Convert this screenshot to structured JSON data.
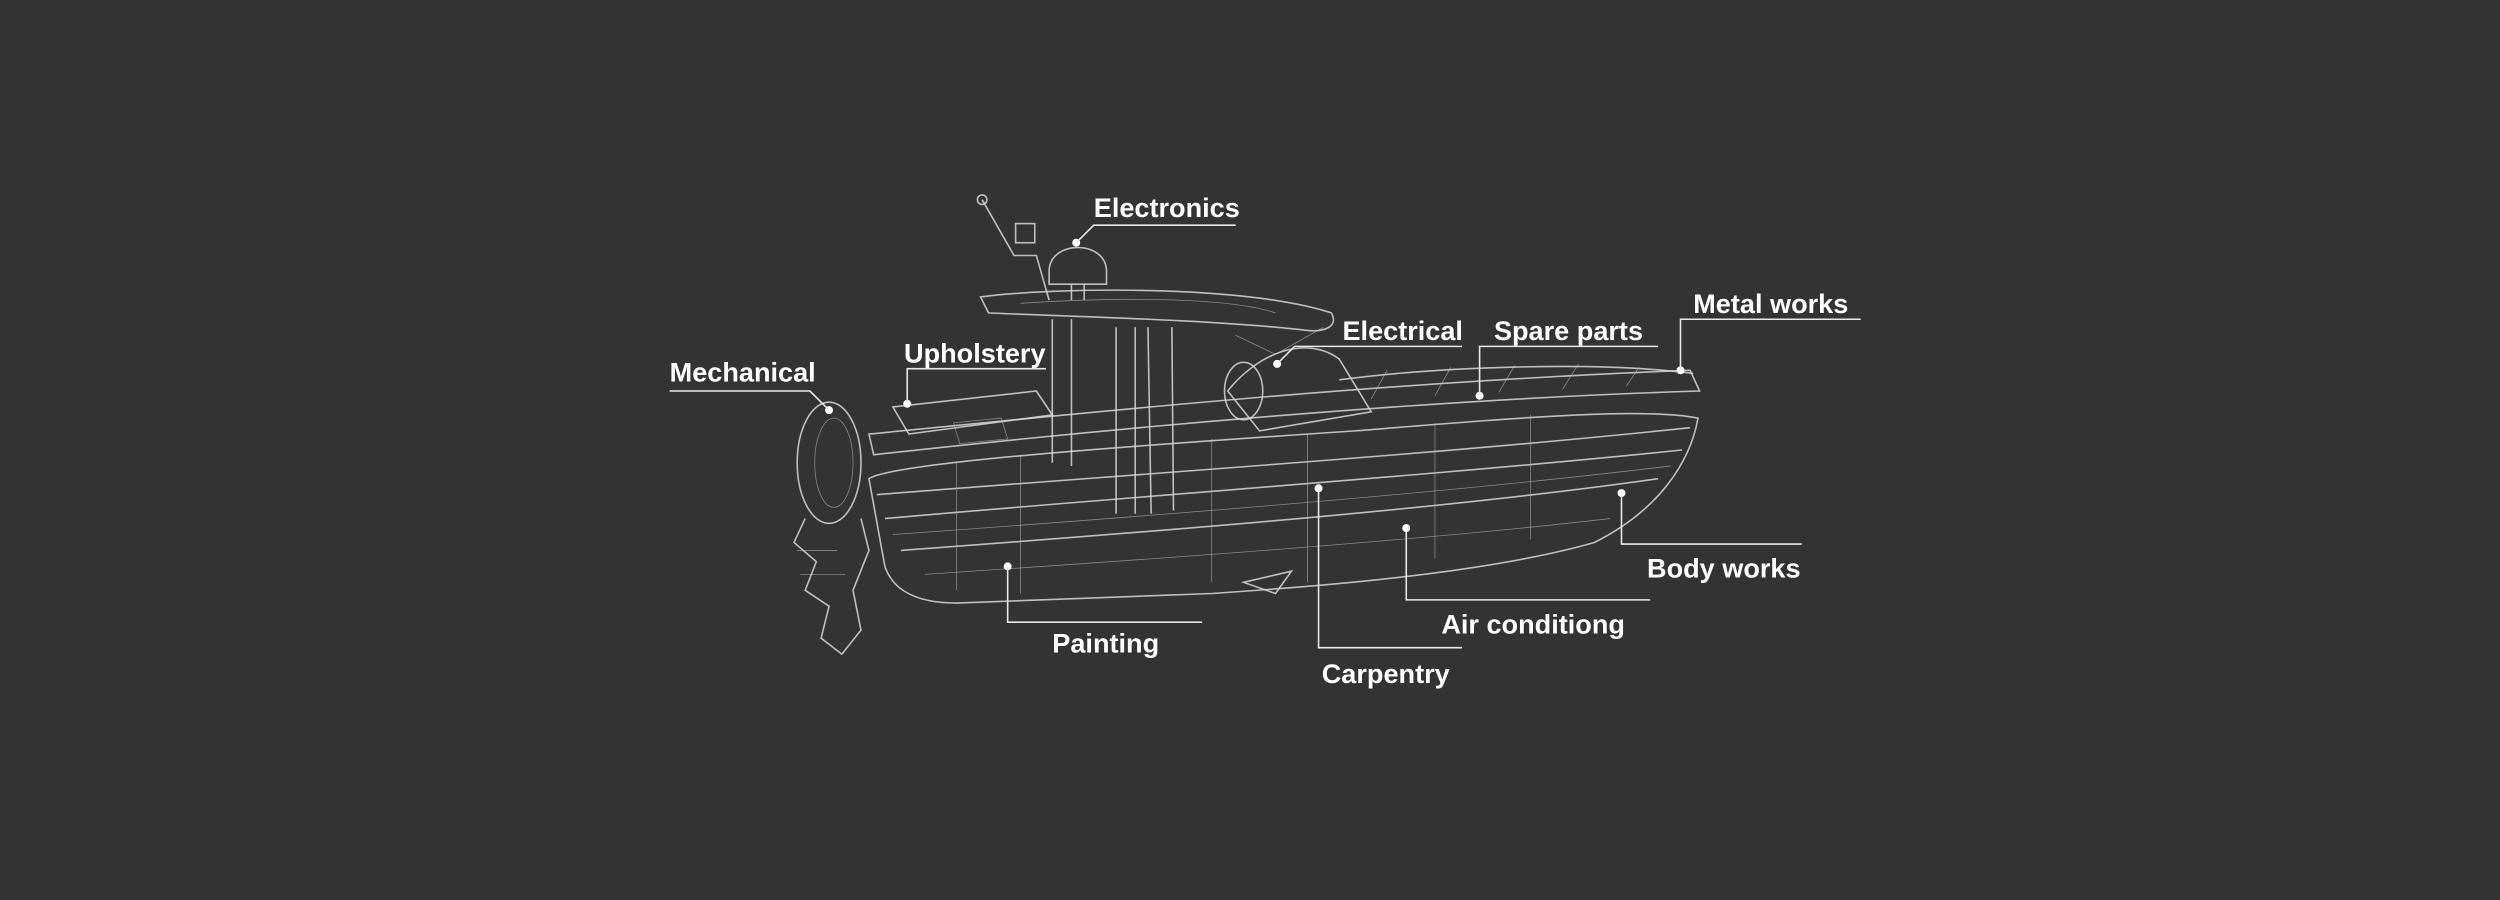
{
  "background_color": "#333333",
  "line_color": "#ffffff",
  "illustration": "boat-wireframe",
  "labels": {
    "electronics": "Electronics",
    "mechanical": "Mechanical",
    "upholstery": "Upholstery",
    "electrical": "Electrical",
    "spare_parts": "Spare parts",
    "metal_works": "Metal works",
    "body_works": "Body works",
    "air_conditioning": "Air conditiong",
    "carpentry": "Carpentry",
    "painting": "Painting"
  }
}
